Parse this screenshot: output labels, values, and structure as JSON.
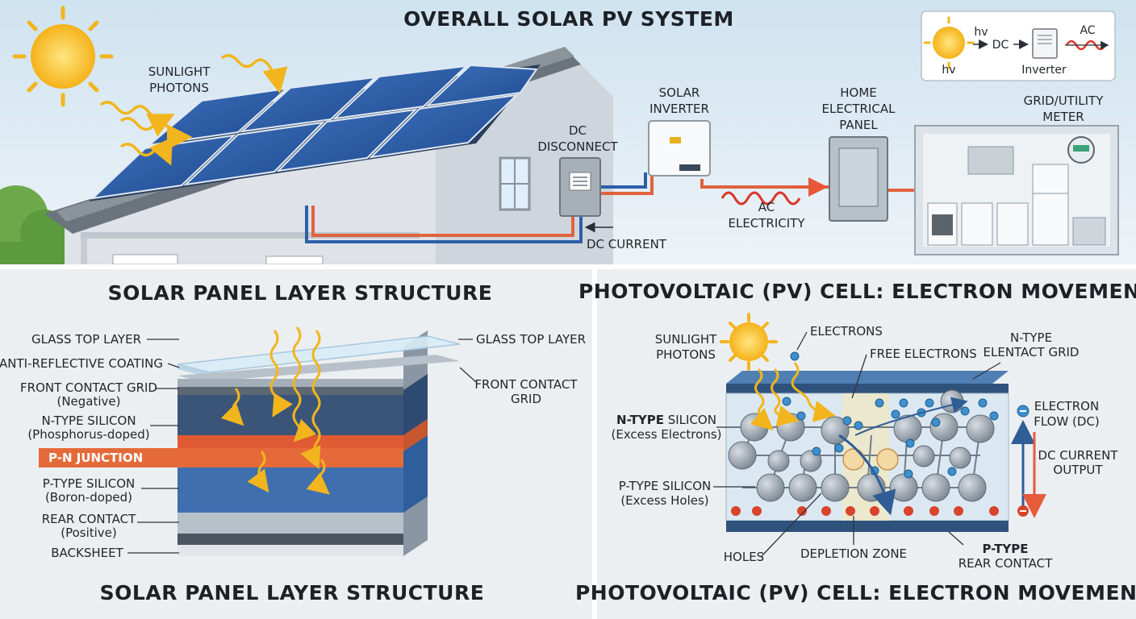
{
  "top": {
    "title": "OVERALL SOLAR PV SYSTEM",
    "sunlight_l1": "SUNLIGHT",
    "sunlight_l2": "PHOTONS",
    "dc_disconnect_l1": "DC",
    "dc_disconnect_l2": "DISCONNECT",
    "inverter_l1": "SOLAR",
    "inverter_l2": "INVERTER",
    "panel_l1": "HOME",
    "panel_l2": "ELECTRICAL",
    "panel_l3": "PANEL",
    "grid_l1": "GRID/UTILITY",
    "grid_l2": "METER",
    "ac_l1": "AC",
    "ac_l2": "ELECTRICITY",
    "dc_current": "DC CURRENT"
  },
  "legend": {
    "hv_top": "hv",
    "hv_bottom": "hv",
    "dc": "DC",
    "inverter": "Inverter",
    "ac": "AC"
  },
  "layers": {
    "title_top": "SOLAR PANEL LAYER STRUCTURE",
    "title_bottom": "SOLAR PANEL LAYER STRUCTURE",
    "glass_left": "GLASS TOP LAYER",
    "glass_right": "GLASS TOP LAYER",
    "anti_reflective": "ANTI-REFLECTIVE COATING",
    "front_contact_l1": "FRONT CONTACT GRID",
    "front_contact_l2": "(Negative)",
    "front_contact_right_l1": "FRONT CONTACT",
    "front_contact_right_l2": "GRID",
    "n_type_l1": "N-TYPE SILICON",
    "n_type_l2": "(Phosphorus-doped)",
    "pn_junction": "P-N JUNCTION",
    "p_type_l1": "P-TYPE SILICON",
    "p_type_l2": "(Boron-doped)",
    "rear_contact_l1": "REAR CONTACT",
    "rear_contact_l2": "(Positive)",
    "backsheet": "BACKSHEET"
  },
  "pvcell": {
    "title_top": "PHOTOVOLTAIC (PV) CELL: ELECTRON MOVEMENT",
    "title_bottom": "PHOTOVOLTAIC (PV) CELL: ELECTRON MOVEMENT",
    "sunlight_l1": "SUNLIGHT",
    "sunlight_l2": "PHOTONS",
    "electrons": "ELECTRONS",
    "free_electrons": "FREE ELECTRONS",
    "n_type_grid_l1": "N-TYPE",
    "n_type_grid_l2": "ELENTACT GRID",
    "electron_flow_l1": "ELECTRON",
    "electron_flow_l2": "FLOW (DC)",
    "dc_output_l1": "DC CURRENT",
    "dc_output_l2": "OUTPUT",
    "n_type_l1a": "N-TYPE",
    "n_type_l1b": " SILICON",
    "n_type_l2": "(Excess Electrons)",
    "p_type_l1": "P-TYPE SILICON",
    "p_type_l2": "(Excess Holes)",
    "holes": "HOLES",
    "depletion": "DEPLETION ZONE",
    "rear_l1": "P-TYPE",
    "rear_l2": "REAR CONTACT"
  }
}
